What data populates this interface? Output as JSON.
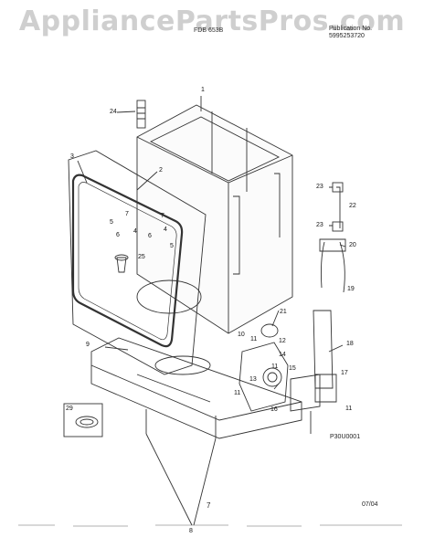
{
  "watermark": "AppliancePartsPros.com",
  "header": {
    "model": "FDB 653B",
    "publication_label": "Publication No.",
    "publication_no": "5995253720"
  },
  "part_labels": [
    {
      "id": "1",
      "text": "1"
    },
    {
      "id": "2",
      "text": "2"
    },
    {
      "id": "3",
      "text": "3"
    },
    {
      "id": "4a",
      "text": "4"
    },
    {
      "id": "4b",
      "text": "4"
    },
    {
      "id": "5a",
      "text": "5"
    },
    {
      "id": "5b",
      "text": "5"
    },
    {
      "id": "6a",
      "text": "6"
    },
    {
      "id": "6b",
      "text": "6"
    },
    {
      "id": "7a",
      "text": "7"
    },
    {
      "id": "7b",
      "text": "7"
    },
    {
      "id": "8",
      "text": "8"
    },
    {
      "id": "9",
      "text": "9"
    },
    {
      "id": "10",
      "text": "10"
    },
    {
      "id": "11a",
      "text": "11"
    },
    {
      "id": "11b",
      "text": "11"
    },
    {
      "id": "11c",
      "text": "11"
    },
    {
      "id": "11d",
      "text": "11"
    },
    {
      "id": "12",
      "text": "12"
    },
    {
      "id": "13",
      "text": "13"
    },
    {
      "id": "14",
      "text": "14"
    },
    {
      "id": "15",
      "text": "15"
    },
    {
      "id": "16",
      "text": "16"
    },
    {
      "id": "17",
      "text": "17"
    },
    {
      "id": "18",
      "text": "18"
    },
    {
      "id": "19",
      "text": "19"
    },
    {
      "id": "20",
      "text": "20"
    },
    {
      "id": "21",
      "text": "21"
    },
    {
      "id": "22",
      "text": "22"
    },
    {
      "id": "23a",
      "text": "23"
    },
    {
      "id": "23b",
      "text": "23"
    },
    {
      "id": "24",
      "text": "24"
    },
    {
      "id": "25",
      "text": "25"
    },
    {
      "id": "29",
      "text": "29"
    }
  ],
  "diagram_code": "P30U0001",
  "footer": {
    "page_number": "7",
    "date": "07/04"
  }
}
